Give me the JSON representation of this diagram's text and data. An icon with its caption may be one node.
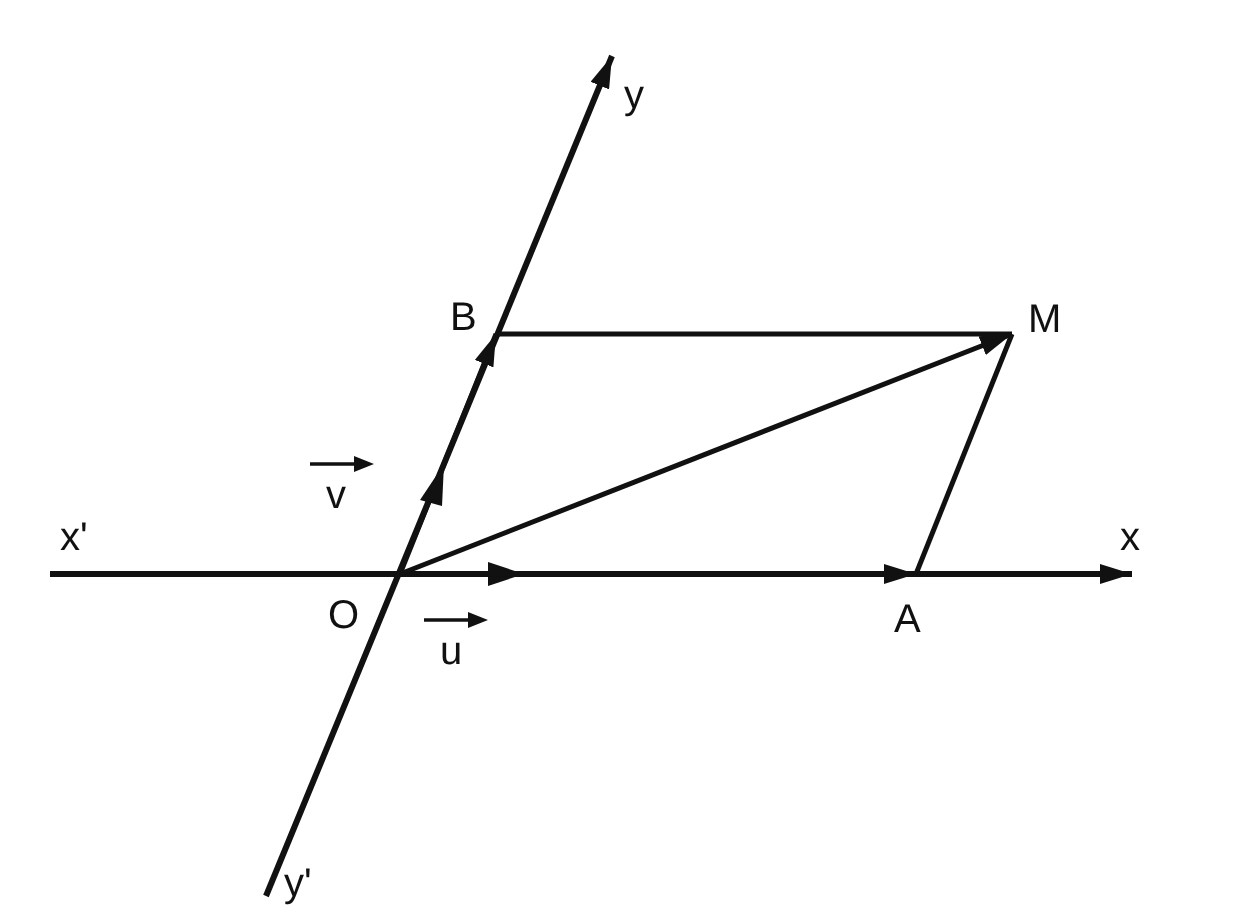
{
  "diagram": {
    "nodes": [
      {
        "text": [
          "O"
        ]
      },
      {
        "text": [
          "A"
        ]
      },
      {
        "text": [
          "B"
        ]
      },
      {
        "text": [
          "M"
        ]
      }
    ],
    "edges": [
      {
        "from": 0,
        "to": 1,
        "arrow": "to"
      },
      {
        "from": 0,
        "to": 2,
        "arrow": "to"
      },
      {
        "from": 0,
        "to": 3,
        "arrow": "to"
      },
      {
        "from": 2,
        "to": 3,
        "arrow": "none"
      },
      {
        "from": 1,
        "to": 3,
        "arrow": "none"
      }
    ],
    "labels": [
      "y",
      "x'",
      "v",
      "x",
      "u",
      "y'"
    ]
  }
}
